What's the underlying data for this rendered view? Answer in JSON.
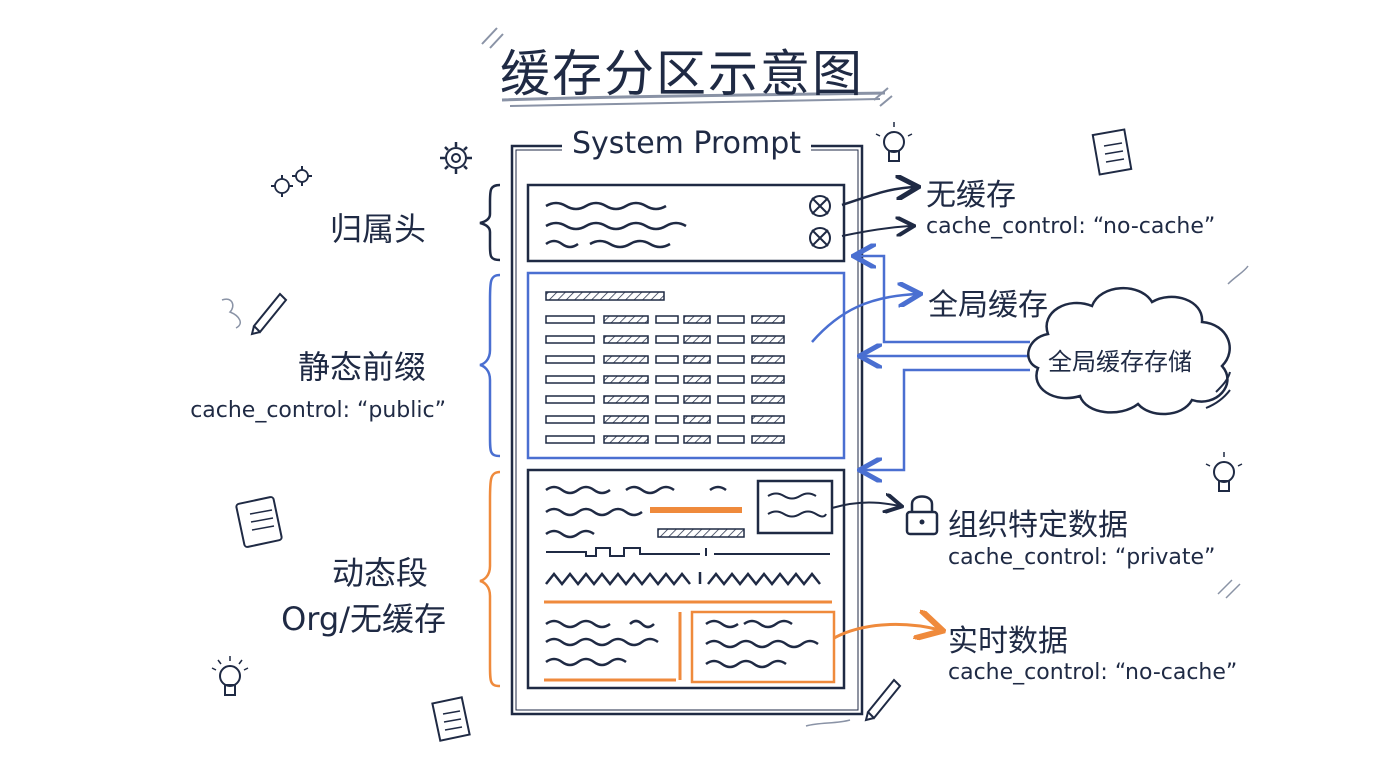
{
  "title": "缓存分区示意图",
  "system_prompt_label": "System Prompt",
  "left_labels": {
    "attribution_header": "归属头",
    "static_prefix": "静态前缀",
    "static_prefix_code": "cache_control: “public”",
    "dynamic_segment": "动态段",
    "dynamic_segment_sub": "Org/无缓存"
  },
  "right_labels": {
    "no_cache": "无缓存",
    "no_cache_code": "cache_control: “no-cache”",
    "global_cache": "全局缓存",
    "global_cache_storage": "全局缓存存储",
    "org_data": "组织特定数据",
    "org_data_code": "cache_control: “private”",
    "realtime_data": "实时数据",
    "realtime_data_code": "cache_control: “no-cache”"
  },
  "colors": {
    "ink": "#1f2a44",
    "blue": "#4a6fd1",
    "orange": "#ef8a3c",
    "grey": "#8a93a6"
  },
  "icons": [
    "gear-icon",
    "pencil-icon",
    "notepad-icon",
    "lightbulb-icon",
    "document-icon",
    "lock-icon",
    "cloud-icon"
  ]
}
